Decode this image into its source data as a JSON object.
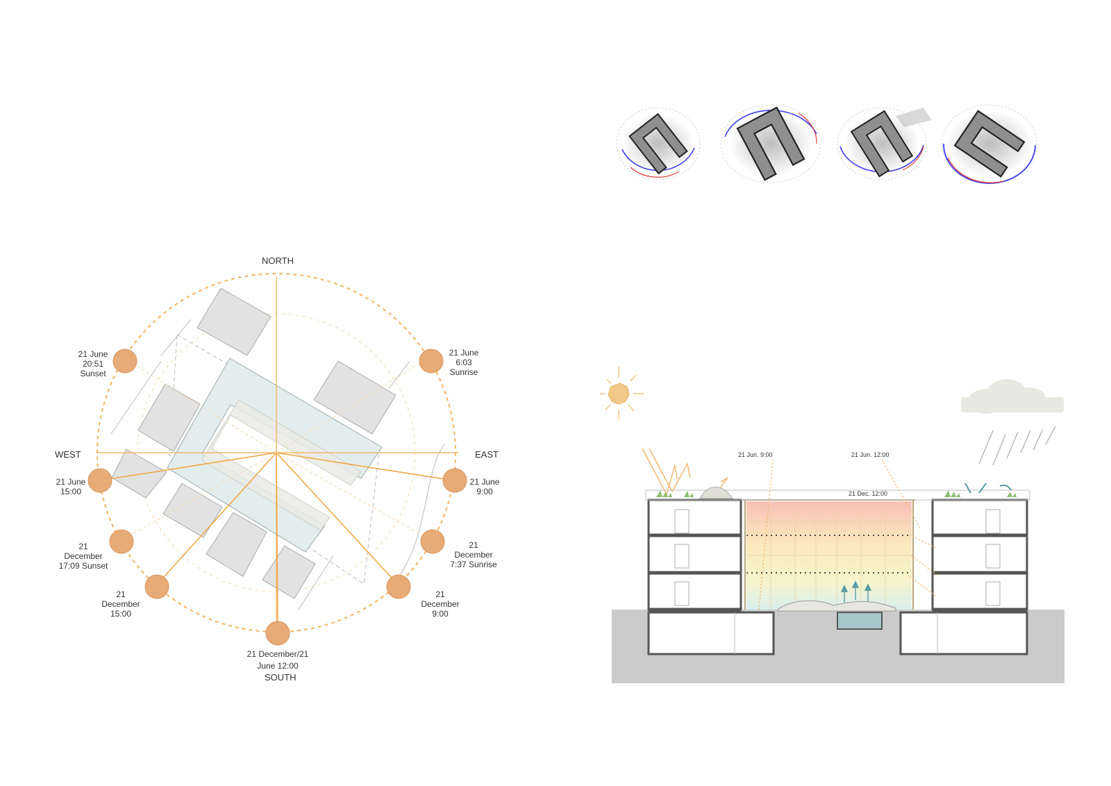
{
  "colors": {
    "sun": "#e7ab78",
    "sun_stroke": "#d9955c",
    "orange_line": "#f0a845",
    "building_gray": "#e2e2e2",
    "courtyard_blue": "#e4eded",
    "section_dark": "#555555",
    "ground": "#c9c9c9"
  },
  "sun_path": {
    "compass": {
      "north": "NORTH",
      "south": "SOUTH",
      "east": "EAST",
      "west": "WEST"
    },
    "positions": [
      {
        "id": "june-sunset",
        "lines": [
          "21 June",
          "20:51",
          "Sunset"
        ]
      },
      {
        "id": "june-sunrise",
        "lines": [
          "21 June",
          "6:03",
          "Sunrise"
        ]
      },
      {
        "id": "june-1500",
        "lines": [
          "21 June",
          "15:00"
        ]
      },
      {
        "id": "june-0900",
        "lines": [
          "21 June",
          "9:00"
        ]
      },
      {
        "id": "dec-sunset",
        "lines": [
          "21",
          "December",
          "17:09 Sunset"
        ]
      },
      {
        "id": "dec-sunrise",
        "lines": [
          "21",
          "December",
          "7:37 Sunrise"
        ]
      },
      {
        "id": "dec-1500",
        "lines": [
          "21",
          "December",
          "15:00"
        ]
      },
      {
        "id": "dec-0900",
        "lines": [
          "21",
          "December",
          "9:00"
        ]
      },
      {
        "id": "noon",
        "lines": [
          "21 December/21",
          "June 12:00"
        ]
      }
    ]
  },
  "shadow_studies": {
    "count": 4
  },
  "section": {
    "labels": {
      "jun_9": "21 Jun. 9:00",
      "jun_12": "21 Jun. 12:00",
      "dec_12": "21 Dec. 12:00"
    }
  }
}
